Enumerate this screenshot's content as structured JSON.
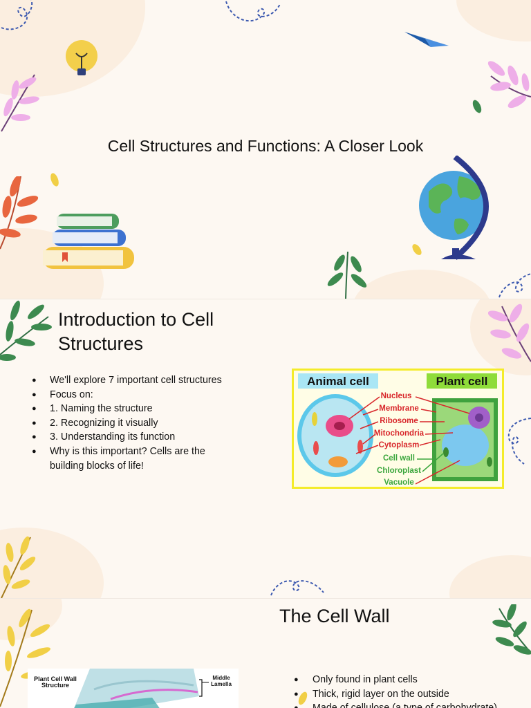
{
  "slides": [
    {
      "title": "Cell Structures and Functions: A Closer Look"
    },
    {
      "title": "Introduction to Cell Structures",
      "bullets": [
        "We'll explore 7 important cell structures",
        "Focus on:",
        "1. Naming the structure",
        "2. Recognizing it visually",
        "3. Understanding its function",
        "Why is this important? Cells are the building blocks of life!"
      ],
      "diagram": {
        "animal_heading": "Animal cell",
        "plant_heading": "Plant cell",
        "labels": [
          "Nucleus",
          "Membrane",
          "Ribosome",
          "Mitochondria",
          "Cytoplasm",
          "Cell wall",
          "Chloroplast",
          "Vacuole"
        ]
      }
    },
    {
      "title": "The Cell Wall",
      "bullets": [
        "Only found in plant cells",
        "Thick, rigid layer on the outside",
        "Made of cellulose (a type of carbohydrate)"
      ],
      "diagram": {
        "heading_line1": "Plant Cell Wall",
        "heading_line2": "Structure",
        "label_line1": "Middle",
        "label_line2": "Lamella"
      }
    }
  ],
  "colors": {
    "background": "#fdf8f2",
    "blob": "#fbeee0",
    "label_red": "#d8262a",
    "label_green": "#3aa63c",
    "highlight_yellow": "#f4ec2a"
  }
}
